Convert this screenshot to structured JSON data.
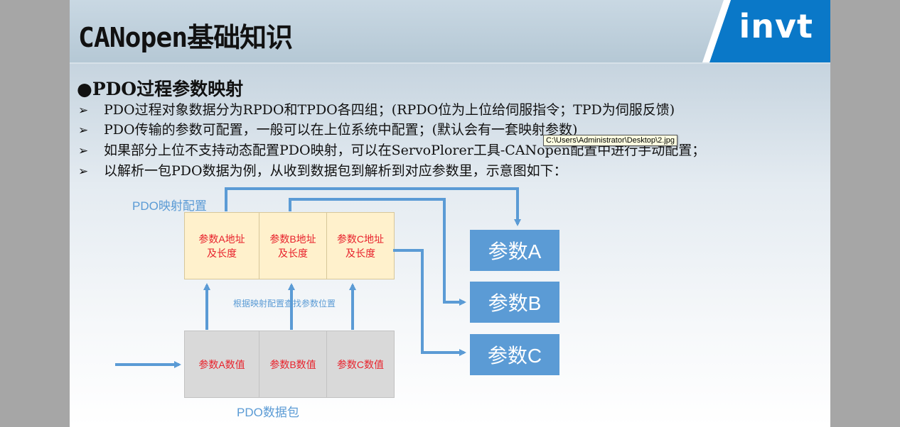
{
  "header": {
    "title": "CANopen基础知识",
    "logo": "invt"
  },
  "colors": {
    "logo_blue": "#0a78c8",
    "arrow_blue": "#5b9bd5",
    "text_red": "#e8222c",
    "config_fill": "#fff1cc",
    "packet_fill": "#d9d9d9"
  },
  "section": {
    "heading": "●PDO过程参数映射",
    "bullet_icon": "arrowhead-bullet-icon",
    "bullets": [
      "PDO过程对象数据分为RPDO和TPDO各四组；(RPDO位为上位给伺服指令；TPD为伺服反馈)",
      "PDO传输的参数可配置，一般可以在上位系统中配置；(默认会有一套映射参数)",
      "如果部分上位不支持动态配置PDO映射，可以在ServoPlorer工具-CANopen配置中进行手动配置；",
      "以解析一包PDO数据为例，从收到数据包到解析到对应参数里，示意图如下："
    ]
  },
  "tooltip": "C:\\Users\\Administrator\\Desktop\\2.jpg",
  "diagram": {
    "config_label": "PDO映射配置",
    "config_cells": [
      [
        "参数A地址",
        "及长度"
      ],
      [
        "参数B地址",
        "及长度"
      ],
      [
        "参数C地址",
        "及长度"
      ]
    ],
    "lookup_label": "根据映射配置查找参数位置",
    "packet_cells": [
      "参数A数值",
      "参数B数值",
      "参数C数值"
    ],
    "packet_label": "PDO数据包",
    "params": [
      "参数A",
      "参数B",
      "参数C"
    ]
  }
}
